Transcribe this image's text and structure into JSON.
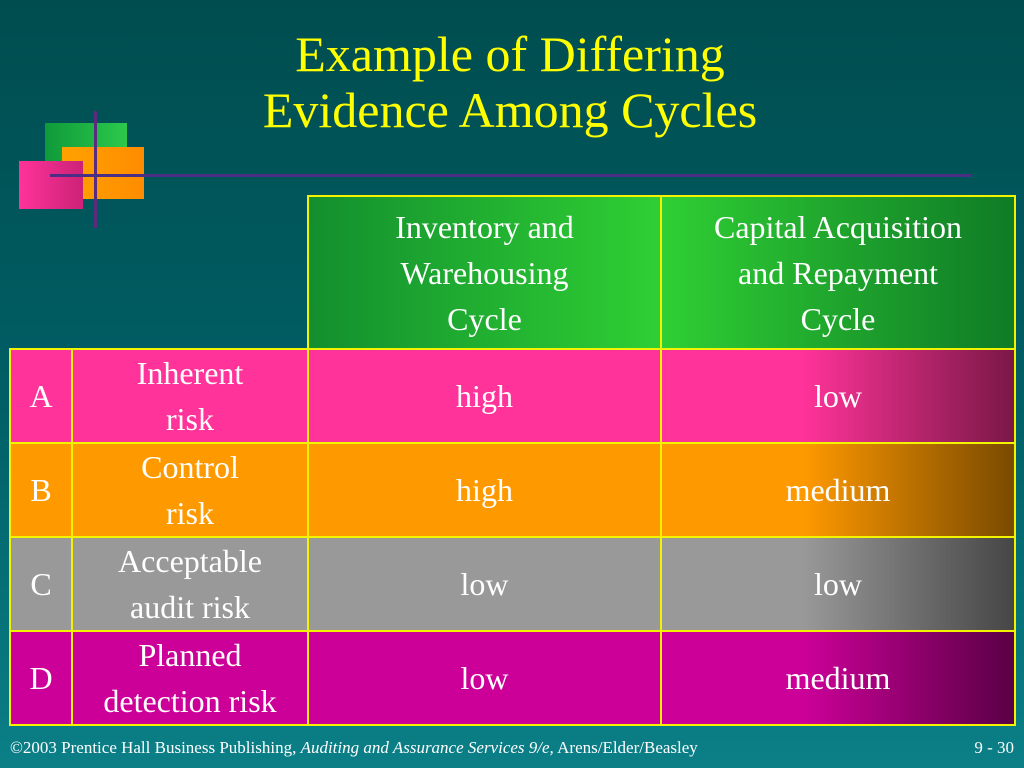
{
  "title": {
    "line1": "Example of Differing",
    "line2": "Evidence Among Cycles"
  },
  "colors": {
    "background": "#005e64",
    "title": "#ffff00",
    "header": "#2fcf34",
    "row_a": "#ff3399",
    "row_b": "#ff9900",
    "row_c": "#999999",
    "row_d": "#cc0099",
    "border": "#f3f300"
  },
  "table": {
    "headers": [
      {
        "line1": "Inventory and",
        "line2": "Warehousing",
        "line3": "Cycle"
      },
      {
        "line1": "Capital Acquisition",
        "line2": "and Repayment",
        "line3": "Cycle"
      }
    ],
    "rows": [
      {
        "letter": "A",
        "label_line1": "Inherent",
        "label_line2": "risk",
        "inventory": "high",
        "capital": "low"
      },
      {
        "letter": "B",
        "label_line1": "Control",
        "label_line2": "risk",
        "inventory": "high",
        "capital": "medium"
      },
      {
        "letter": "C",
        "label_line1": "Acceptable",
        "label_line2": "audit risk",
        "inventory": "low",
        "capital": "low"
      },
      {
        "letter": "D",
        "label_line1": "Planned",
        "label_line2": "detection risk",
        "inventory": "low",
        "capital": "medium"
      }
    ]
  },
  "footer": {
    "copyright": "©2003 Prentice Hall Business Publishing,",
    "book_title": "Auditing and Assurance Services 9/e,",
    "authors": "Arens/Elder/Beasley",
    "page_number": "9 - 30"
  }
}
